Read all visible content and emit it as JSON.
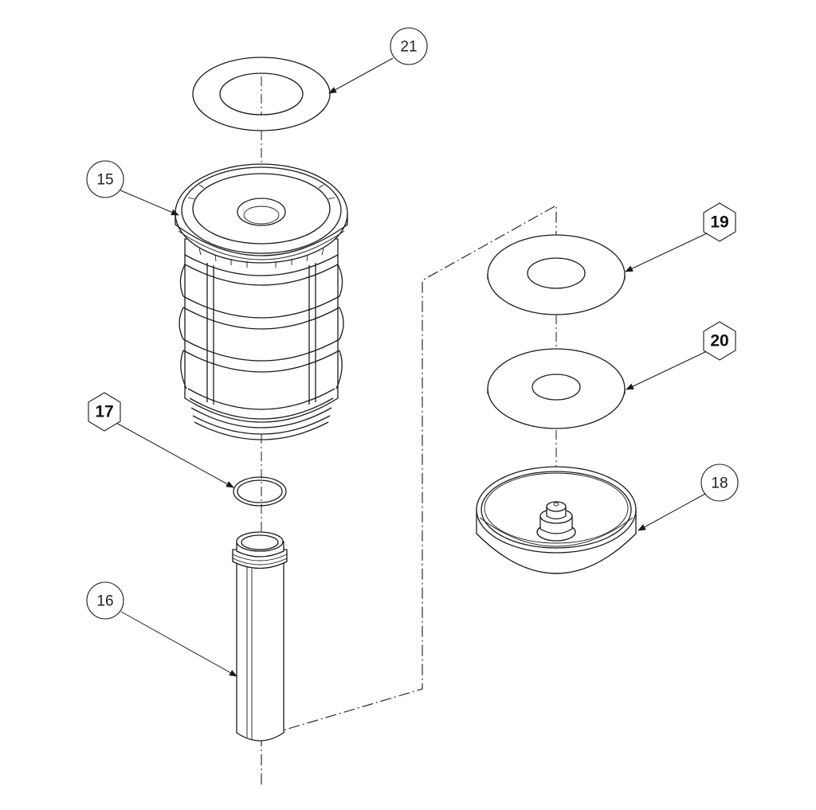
{
  "callouts": {
    "c15": "15",
    "c16": "16",
    "c17": "17",
    "c18": "18",
    "c19": "19",
    "c20": "20",
    "c21": "21"
  }
}
